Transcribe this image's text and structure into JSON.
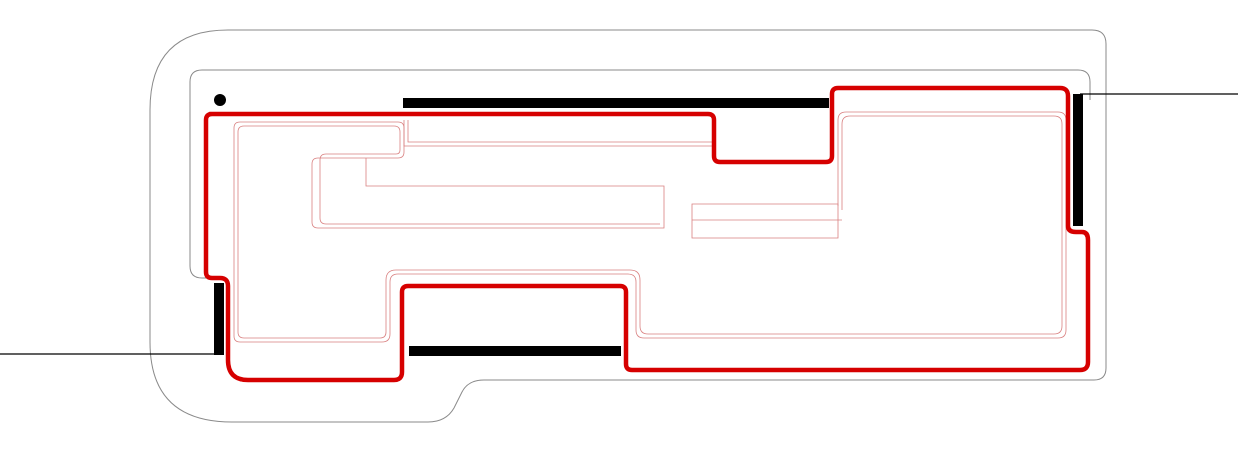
{
  "diagram": {
    "description_visible_text": "",
    "colors": {
      "background": "#ffffff",
      "outline_thin": "#8a8a8a",
      "outline_inner": "#b3b3b3",
      "route_main": "#d60000",
      "route_thin": "#d98080",
      "bar": "#000000",
      "lead": "#000000"
    },
    "elements": {
      "outer_boundary": "outer-boundary",
      "inner_boundary": "inner-boundary",
      "main_route": "red-route-loop",
      "inner_routes": "thin-red-traces",
      "bars": "black-segments",
      "leads": "lead-lines",
      "marker": "dot-marker"
    }
  }
}
